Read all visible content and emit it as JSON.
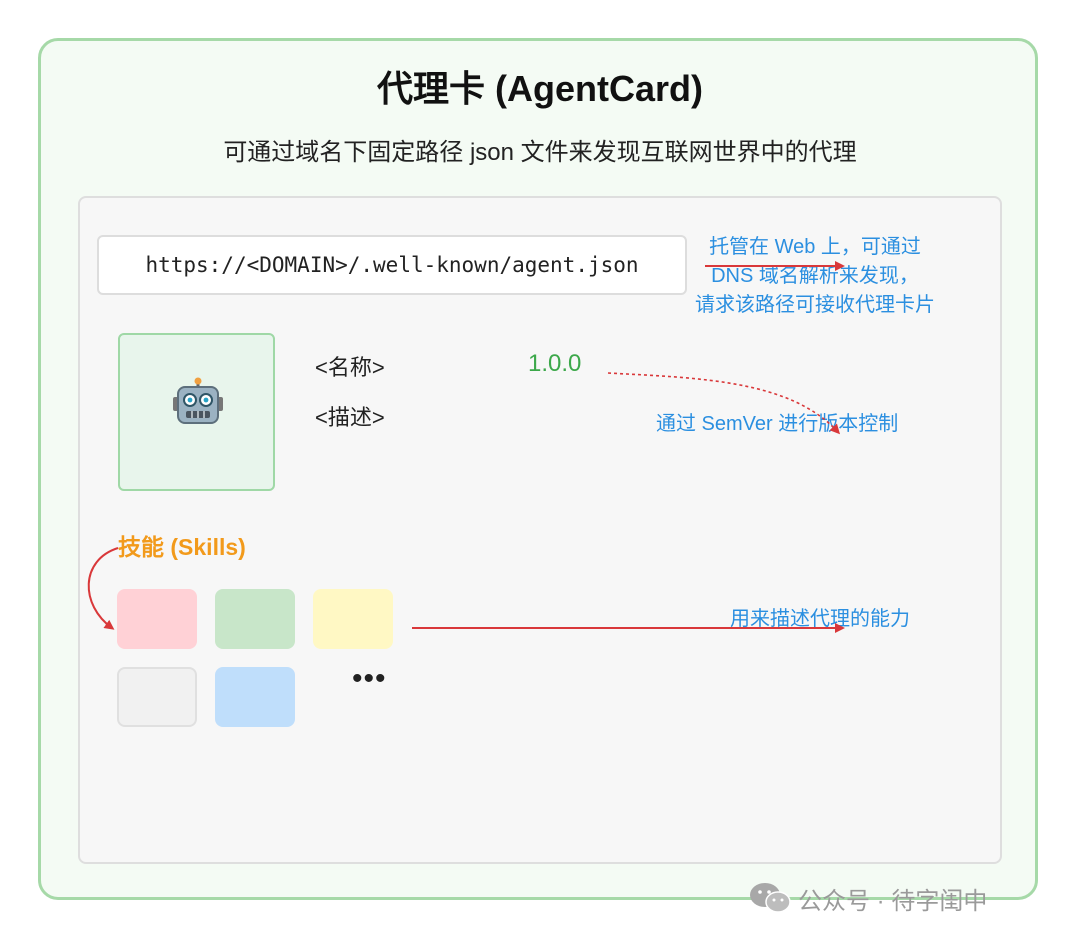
{
  "title": "代理卡 (AgentCard)",
  "subtitle": "可通过域名下固定路径 json 文件来发现互联网世界中的代理",
  "url": "https://<DOMAIN>/.well-known/agent.json",
  "url_note": [
    "托管在 Web 上，可通过",
    "DNS 域名解析来发现，",
    "请求该路径可接收代理卡片"
  ],
  "agent": {
    "icon": "robot-icon",
    "name_placeholder": "<名称>",
    "description_placeholder": "<描述>",
    "version": "1.0.0",
    "version_note": "通过 SemVer 进行版本控制"
  },
  "skills": {
    "title": "技能 (Skills)",
    "note": "用来描述代理的能力",
    "more": "•••",
    "colors": [
      "#ffd1d6",
      "#c8e6c9",
      "#fff8c4",
      "#f1f1f1",
      "#bfdefb"
    ]
  },
  "watermark": "公众号 · 待字闺中",
  "colors": {
    "outer_border": "#a6d9a8",
    "note_blue": "#2b8fe0",
    "arrow_red": "#d9383a",
    "version_green": "#3ca84a",
    "skills_orange": "#f29a1b"
  }
}
